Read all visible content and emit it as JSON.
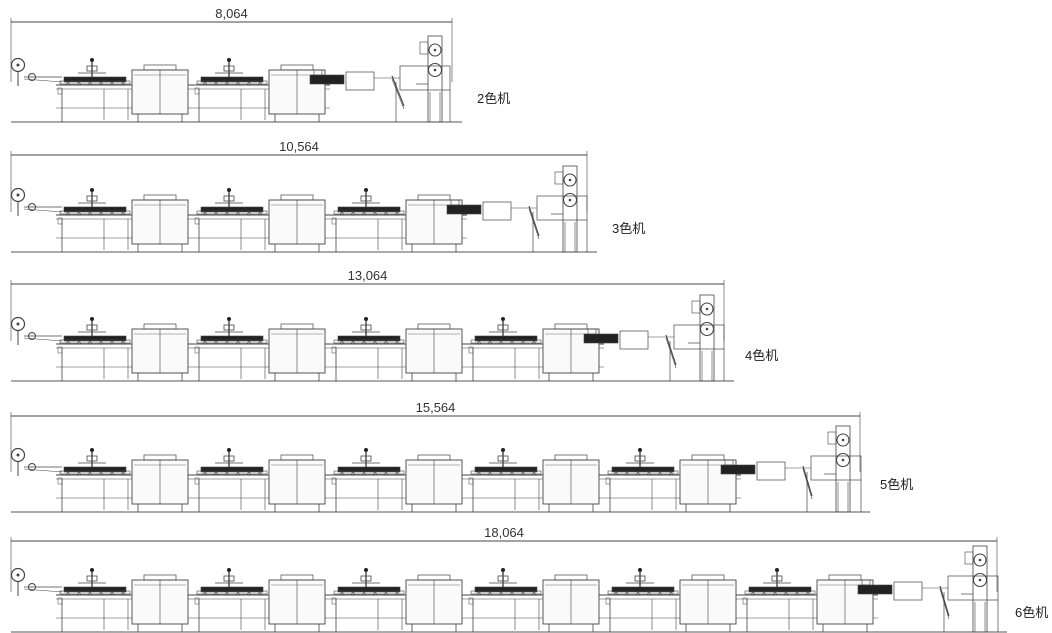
{
  "machines": [
    {
      "length": "8,064",
      "label": "2色机",
      "colors": 2
    },
    {
      "length": "10,564",
      "label": "3色机",
      "colors": 3
    },
    {
      "length": "13,064",
      "label": "4色机",
      "colors": 4
    },
    {
      "length": "15,564",
      "label": "5色机",
      "colors": 5
    },
    {
      "length": "18,064",
      "label": "6色机",
      "colors": 6
    }
  ],
  "colors": {
    "line": "#444444",
    "fill_dark": "#222222",
    "background": "#ffffff"
  }
}
